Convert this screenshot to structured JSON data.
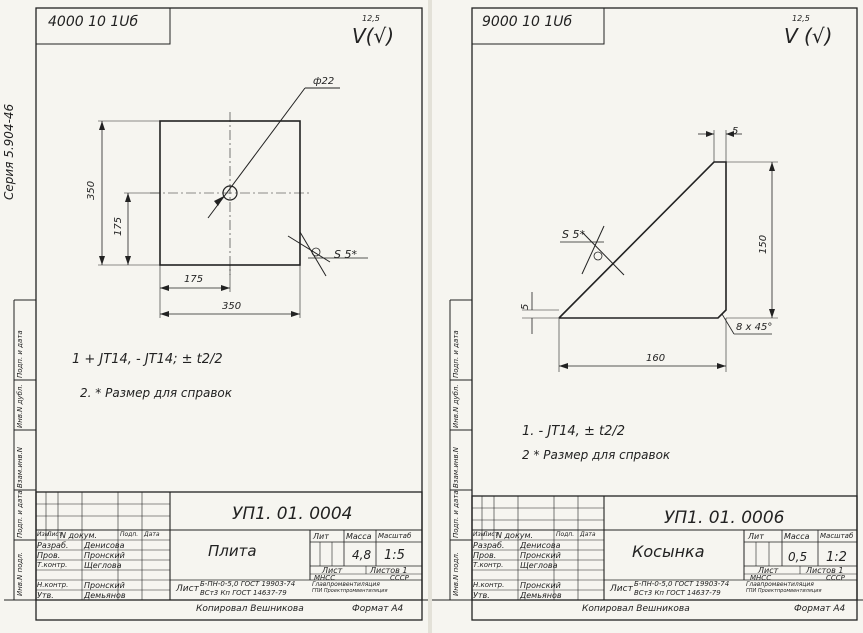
{
  "left": {
    "corner_code": "4000 10 1Uб",
    "roughness_value": "12,5",
    "roughness_symbol": "V(√)",
    "series_label": "Серия 5.904-46",
    "dim_diameter": "ф22",
    "dim_350_v": "350",
    "dim_175_v": "175",
    "dim_175_h": "175",
    "dim_350_h": "350",
    "weld_label": "S 5*",
    "note1": "1 + JT14,  - JT14;  ±  t2/2",
    "note2": "2. * Размер для справок",
    "stamp": {
      "designation": "УП1. 01. 0004",
      "name": "Плита",
      "mass": "4,8",
      "scale": "1:5",
      "lit_label": "Лит",
      "mass_label": "Масса",
      "scale_label": "Масштаб",
      "sheet_label": "Лист",
      "sheets_label": "Листов 1",
      "roles": [
        "Изм.",
        "Лист",
        "N докум.",
        "Подп.",
        "Дата"
      ],
      "rows": [
        {
          "role": "Разраб.",
          "name": "Денисова"
        },
        {
          "role": "Пров.",
          "name": "Пронский"
        },
        {
          "role": "Т.контр.",
          "name": "Щеглова"
        },
        {
          "role": "Н.контр.",
          "name": "Пронский"
        },
        {
          "role": "Утв.",
          "name": "Демьянов"
        }
      ],
      "material_1": "Б-ПН-0-5,0 ГОСТ 19903-74",
      "material_2": "ВСт3 Кп ГОСТ 14637-79",
      "material_prefix": "Лист",
      "org_1": "МНСС",
      "org_2": "СССР",
      "org_3": "Главпромвентиляция",
      "org_4": "ГПИ Проектпромвентиляция"
    },
    "footer_copied": "Копировал  Вешникова",
    "footer_format": "Формат А4"
  },
  "right": {
    "corner_code": "9000 10 1Uб",
    "roughness_value": "12,5",
    "roughness_symbol": "V (√)",
    "dim_5_top": "5",
    "dim_150": "150",
    "dim_5_left": "5",
    "dim_chamfer": "8 x 45°",
    "dim_160": "160",
    "weld_label": "S 5*",
    "note1": "1. - JT14,  ± t2/2",
    "note2": "2 * Размер для справок",
    "stamp": {
      "designation": "УП1. 01. 0006",
      "name": "Косынка",
      "mass": "0,5",
      "scale": "1:2",
      "lit_label": "Лит",
      "mass_label": "Масса",
      "scale_label": "Масштаб",
      "sheet_label": "Лист",
      "sheets_label": "Листов 1",
      "roles": [
        "Изм.",
        "Лист",
        "N докум.",
        "Подп.",
        "Дата"
      ],
      "rows": [
        {
          "role": "Разраб.",
          "name": "Денисова"
        },
        {
          "role": "Пров.",
          "name": "Пронский"
        },
        {
          "role": "Т.контр.",
          "name": "Щеглова"
        },
        {
          "role": "Н.контр.",
          "name": "Пронский"
        },
        {
          "role": "Утв.",
          "name": "Демьянов"
        }
      ],
      "material_1": "Б-ПН-0-5,0 ГОСТ 19903-74",
      "material_2": "ВСт3 Кп ГОСТ 14637-79",
      "material_prefix": "Лист",
      "org_1": "МНСС",
      "org_2": "СССР",
      "org_3": "Главпромвентиляция",
      "org_4": "ГПИ Проектпромвентиляция"
    },
    "footer_copied": "Копировал  Вешникова",
    "footer_format": "Формат А4"
  },
  "side_labels": [
    "Инв.N подл.",
    "Подп. и дата",
    "Взам.инв.N",
    "Инв.N дубл.",
    "Подп. и дата"
  ]
}
